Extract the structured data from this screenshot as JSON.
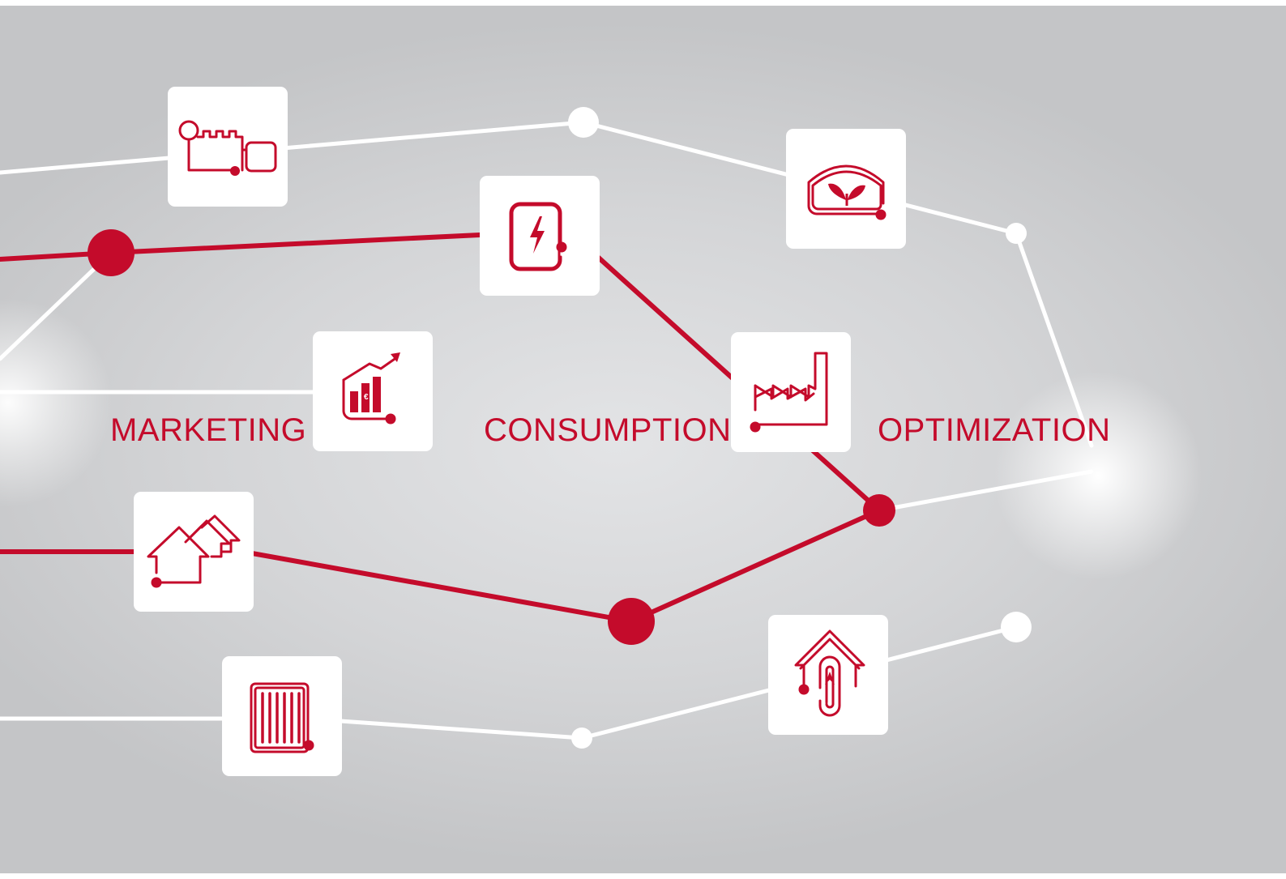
{
  "labels": {
    "marketing": "MARKETING",
    "consumption": "CONSUMPTION",
    "optimization": "OPTIMIZATION"
  },
  "colors": {
    "accent": "#c40b2b",
    "line_white": "#ffffff",
    "background": "#d6d7d9",
    "tile": "#ffffff"
  },
  "icons": [
    "power-plant-icon",
    "electricity-meter-icon",
    "greenhouse-icon",
    "market-chart-icon",
    "factory-icon",
    "residential-houses-icon",
    "radiator-icon",
    "heat-pump-house-icon"
  ]
}
